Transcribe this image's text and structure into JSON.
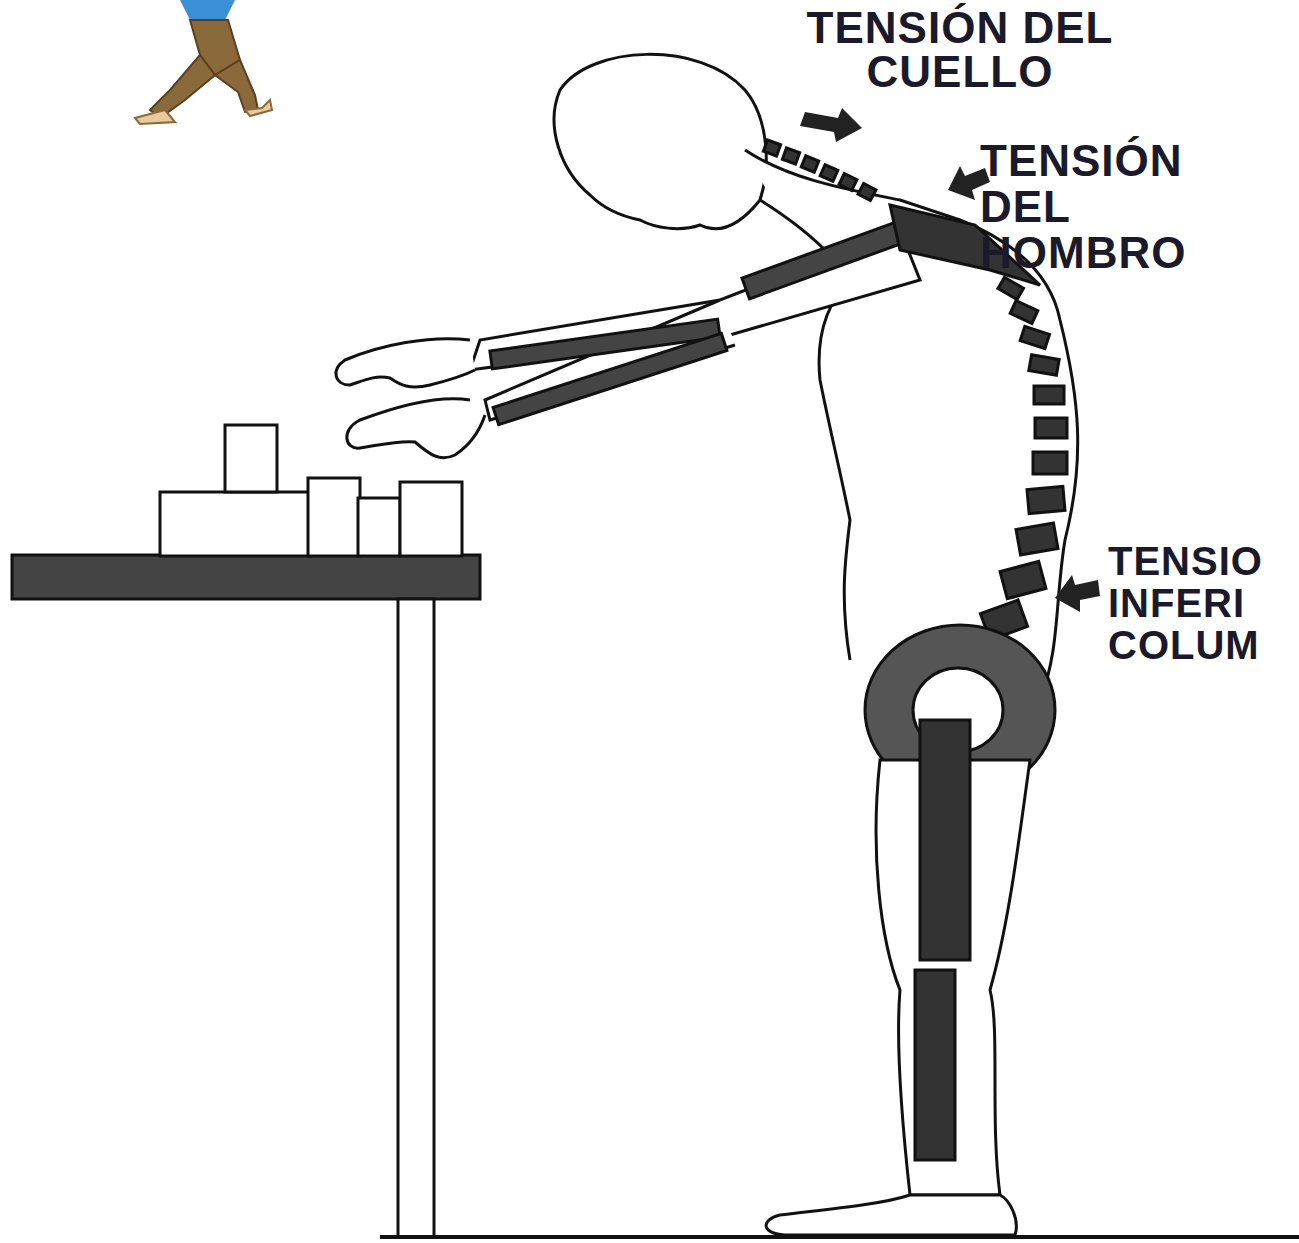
{
  "diagram": {
    "labels": [
      "TENSIÓN DEL CUELLO",
      "TENSIÓN DEL HOMBRO",
      "TENSIO INFERI COLUM"
    ]
  }
}
